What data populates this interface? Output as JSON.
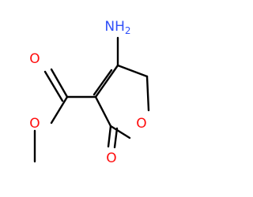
{
  "molecule": {
    "atoms": {
      "amino": {
        "symbol": "NH",
        "subscript": "2",
        "color": "#3050F8"
      },
      "carbonyl_oxygen_ester": {
        "symbol": "O",
        "color": "#FF0D0D"
      },
      "ether_oxygen_ester": {
        "symbol": "O",
        "color": "#FF0D0D"
      },
      "ring_oxygen": {
        "symbol": "O",
        "color": "#FF0D0D"
      },
      "lactone_carbonyl_oxygen": {
        "symbol": "O",
        "color": "#FF0D0D"
      }
    },
    "bond_color": "#000000"
  }
}
